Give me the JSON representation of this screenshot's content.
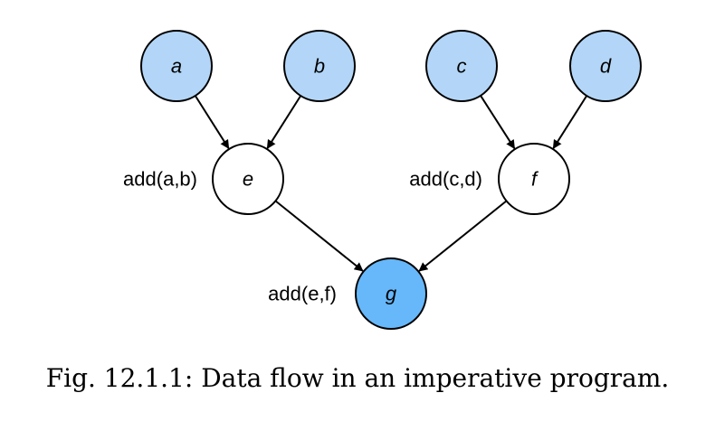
{
  "diagram": {
    "nodes": [
      {
        "id": "a",
        "label": "a",
        "fill": "#b3d6f8"
      },
      {
        "id": "b",
        "label": "b",
        "fill": "#b3d6f8"
      },
      {
        "id": "c",
        "label": "c",
        "fill": "#b3d6f8"
      },
      {
        "id": "d",
        "label": "d",
        "fill": "#b3d6f8"
      },
      {
        "id": "e",
        "label": "e",
        "fill": "#ffffff"
      },
      {
        "id": "f",
        "label": "f",
        "fill": "#ffffff"
      },
      {
        "id": "g",
        "label": "g",
        "fill": "#66b8fa"
      }
    ],
    "edges": [
      {
        "from": "a",
        "to": "e"
      },
      {
        "from": "b",
        "to": "e"
      },
      {
        "from": "c",
        "to": "f"
      },
      {
        "from": "d",
        "to": "f"
      },
      {
        "from": "e",
        "to": "g"
      },
      {
        "from": "f",
        "to": "g"
      }
    ],
    "op_labels": {
      "e": "add(a,b)",
      "f": "add(c,d)",
      "g": "add(e,f)"
    }
  },
  "caption": "Fig. 12.1.1: Data flow in an imperative program."
}
